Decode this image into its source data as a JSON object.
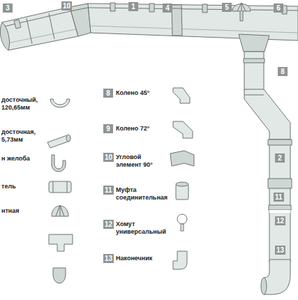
{
  "diagram": {
    "labels": [
      "3",
      "10",
      "1",
      "4",
      "5",
      "6",
      "8",
      "2",
      "11",
      "12",
      "13",
      "досточный, 120,65мм",
      "досточная, 5,73мм",
      "н желоба",
      "тель",
      "нтная",
      "8",
      "Колено 45°",
      "9",
      "Колено 72°",
      "10",
      "Угловой элемент 90°",
      "11",
      "Муфта соединительная",
      "12",
      "Хомут универсальный",
      "13",
      "Наконечник"
    ]
  }
}
